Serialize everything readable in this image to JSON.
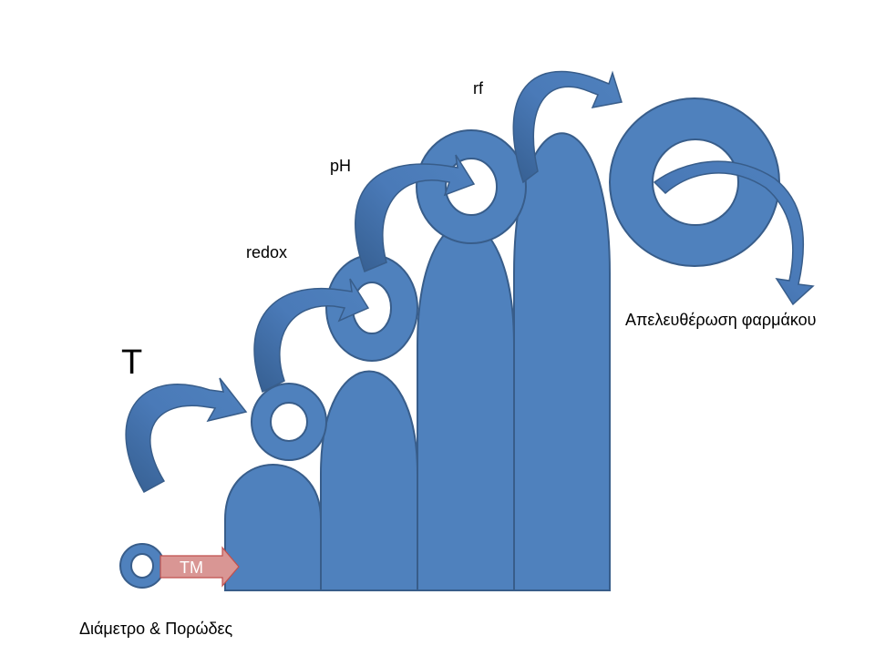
{
  "labels": {
    "t": "T",
    "redox": "redox",
    "ph": "pH",
    "rf": "rf",
    "tm": "TM",
    "diameter_pores": "Διάμετρο & Πορώδες",
    "drug_release": "Απελευθέρωση φαρμάκου"
  },
  "colors": {
    "fill": "#4f81bd",
    "stroke": "#385d8a",
    "arrow_dark": "#3a6aa0",
    "tm_arrow": "#d99694",
    "tm_stroke": "#c0504d",
    "background": "#ffffff"
  }
}
